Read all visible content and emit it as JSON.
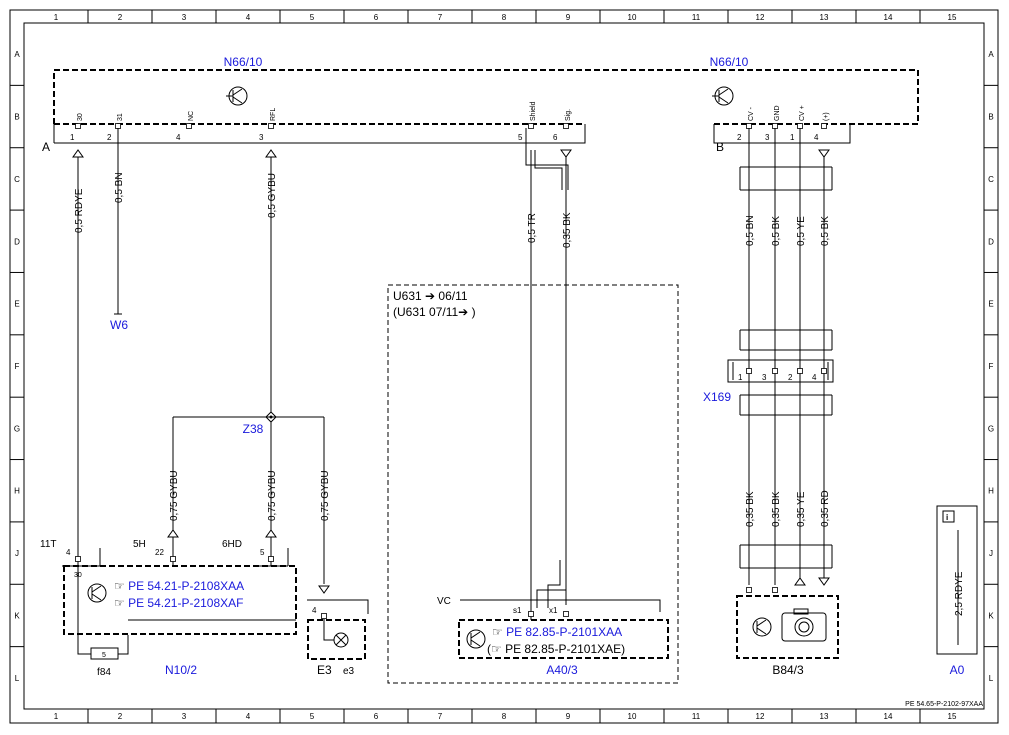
{
  "grid": {
    "cols": [
      "1",
      "2",
      "3",
      "4",
      "5",
      "6",
      "7",
      "8",
      "9",
      "10",
      "11",
      "12",
      "13",
      "14",
      "15"
    ],
    "rows": [
      "A",
      "B",
      "C",
      "D",
      "E",
      "F",
      "G",
      "H",
      "J",
      "K",
      "L"
    ]
  },
  "components": {
    "n66_left": "N66/10",
    "n66_right": "N66/10",
    "w6": "W6",
    "z38": "Z38",
    "x169": "X169",
    "n10_2": "N10/2",
    "e3": "E3",
    "e3_small": "e3",
    "f84": "f84",
    "a40_3": "A40/3",
    "b84_3": "B84/3",
    "a0": "A0"
  },
  "connectors": {
    "a": "A",
    "b": "B",
    "vc": "VC",
    "t11": "11T",
    "h5": "5H",
    "hd6": "6HD"
  },
  "pins_a": [
    {
      "num": "1",
      "label": "30"
    },
    {
      "num": "2",
      "label": "31"
    },
    {
      "num": "4",
      "label": "NC"
    },
    {
      "num": "3",
      "label": "RFL"
    },
    {
      "num": "5",
      "label": "Shield"
    },
    {
      "num": "6",
      "label": "Sig."
    }
  ],
  "pins_b": [
    {
      "num": "2",
      "label": "CV -"
    },
    {
      "num": "3",
      "label": "GND"
    },
    {
      "num": "1",
      "label": "CV +"
    },
    {
      "num": "4",
      "label": "(+)"
    }
  ],
  "x169_pins": [
    "1",
    "3",
    "2",
    "4"
  ],
  "pins_misc": {
    "n10_j4": "4",
    "n10_30": "30",
    "n10_22": "22",
    "n10_5": "5",
    "e3_4": "4",
    "fuse_5": "5",
    "a40_s1": "s1",
    "a40_x1": "x1"
  },
  "wires": {
    "w1": "0,5 RDYE",
    "w2": "0,5 BN",
    "w3": "0,5 GYBU",
    "w4": "0,5 TR",
    "w5": "0,35 BK",
    "w6": "0,75 GYBU",
    "w7": "0,75 GYBU",
    "w8": "0,75 GYBU",
    "b1": "0,5 BN",
    "b2": "0,5 BK",
    "b3": "0,5 YE",
    "b4": "0,5 BK",
    "c1": "0,35 BK",
    "c2": "0,35 BK",
    "c3": "0,35 YE",
    "c4": "0,35 RD",
    "a0_wire": "2,5 RDYE"
  },
  "variant": {
    "l1": "U631",
    "l1b": "06/11",
    "l2": "(U631",
    "l2b": "07/11",
    "l2c": ")"
  },
  "refs": {
    "n10_1": "PE 54.21-P-2108XAA",
    "n10_2": "PE 54.21-P-2108XAF",
    "a40_1": "PE 82.85-P-2101XAA",
    "a40_2": "PE 82.85-P-2101XAE)",
    "a40_2_open": "("
  },
  "a0_info_icon": "info-icon",
  "footer_ref": "PE 54.65-P-2102-97XAA"
}
